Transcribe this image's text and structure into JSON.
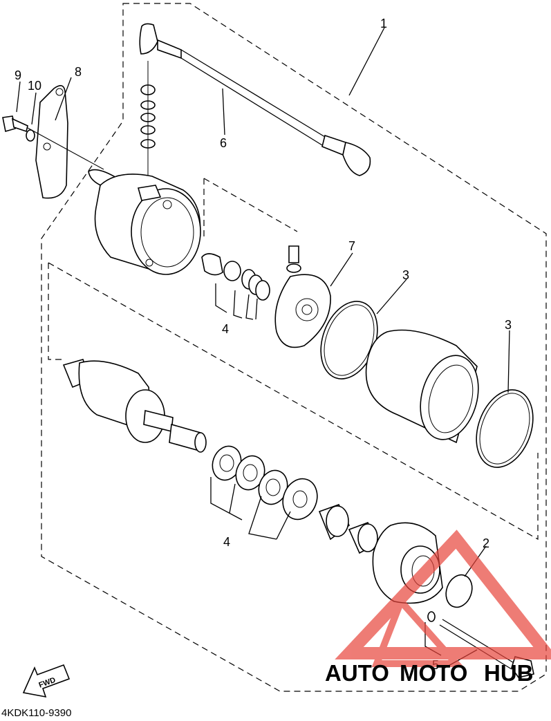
{
  "diagram": {
    "code": "4KDK110-9390",
    "fwd_label": "FWD",
    "callouts": [
      "1",
      "2",
      "3",
      "3",
      "4",
      "4",
      "5",
      "6",
      "7",
      "8",
      "9",
      "10"
    ]
  },
  "watermark": {
    "part1": "AUTO",
    "part2": "MOTO",
    "part3": "HUB",
    "color_orange": "#f2b24a",
    "color_red": "#e8453c",
    "color_gray": "#8a8a8a"
  }
}
